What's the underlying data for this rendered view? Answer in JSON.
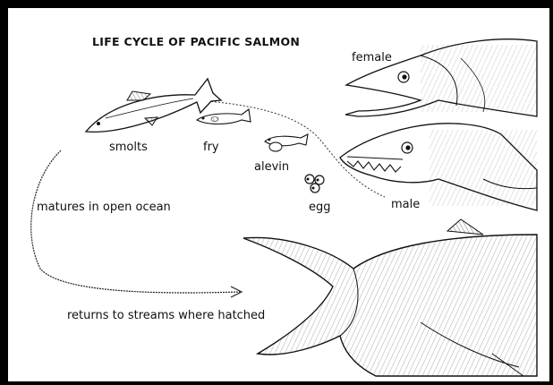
{
  "diagram": {
    "title": "LIFE CYCLE OF PACIFIC SALMON",
    "stages": {
      "smolts": "smolts",
      "fry": "fry",
      "alevin": "alevin",
      "egg": "egg",
      "female": "female",
      "male": "male"
    },
    "annotations": {
      "ocean": "matures in open ocean",
      "return": "returns to streams where hatched"
    }
  },
  "colors": {
    "ink": "#111111",
    "background": "#ffffff",
    "frame": "#000000"
  }
}
